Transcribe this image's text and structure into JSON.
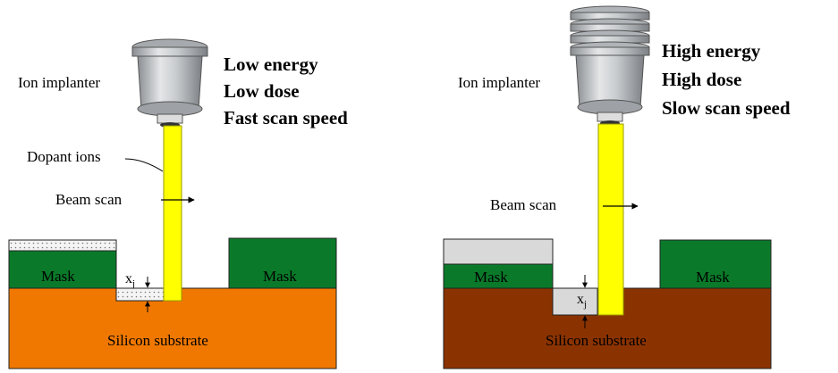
{
  "left_panel": {
    "implanter_label": "Ion implanter",
    "params": [
      "Low energy",
      "Low dose",
      "Fast scan speed"
    ],
    "dopant_label": "Dopant ions",
    "beam_scan_label": "Beam scan",
    "mask_label_left": "Mask",
    "mask_label_right": "Mask",
    "xj_main": "x",
    "xj_sub": "j",
    "substrate_label": "Silicon substrate"
  },
  "right_panel": {
    "implanter_label": "Ion implanter",
    "params": [
      "High energy",
      "High dose",
      "Slow scan speed"
    ],
    "beam_scan_label": "Beam scan",
    "mask_label_left": "Mask",
    "mask_label_right": "Mask",
    "xj_main": "x",
    "xj_sub": "j",
    "substrate_label": "Silicon substrate"
  },
  "colors": {
    "mask_green": "#0a7a2a",
    "substrate_left": "#f07800",
    "substrate_right": "#8b3300",
    "beam_yellow": "#ffff00",
    "implanter_gray": "#b8bcc0",
    "doped_gray": "#d9d9d9"
  }
}
